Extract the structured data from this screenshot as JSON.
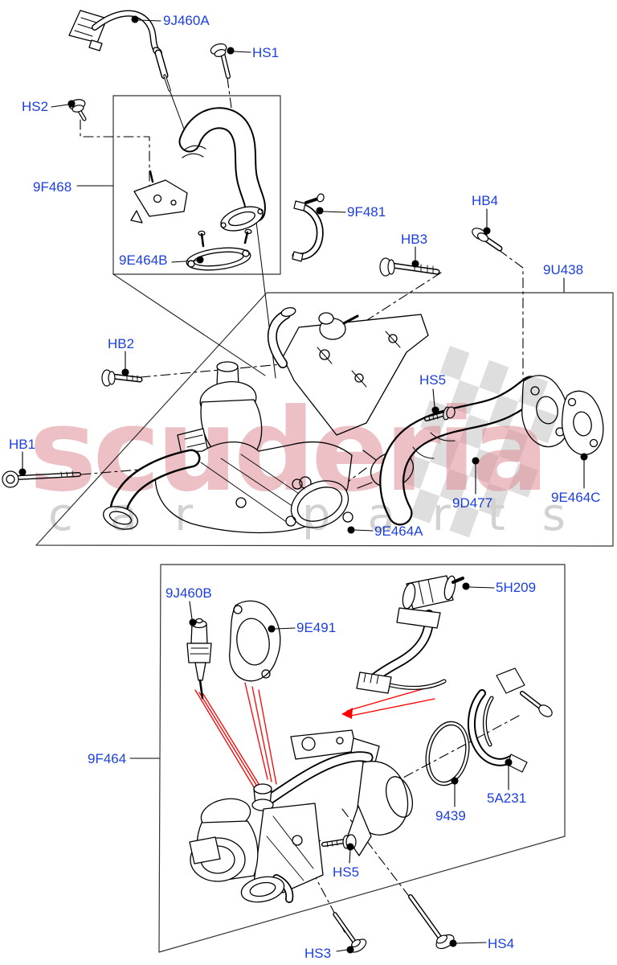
{
  "diagram": {
    "type": "exploded-parts-diagram",
    "subject": "EGR valve / exhaust gas recirculation components"
  },
  "labels": {
    "j9460a": "9J460A",
    "hs1": "HS1",
    "hs2": "HS2",
    "f9468": "9F468",
    "f9481": "9F481",
    "e9464b": "9E464B",
    "hb3": "HB3",
    "hb4": "HB4",
    "u9438": "9U438",
    "hb2": "HB2",
    "hs5_mid": "HS5",
    "hb1": "HB1",
    "d9477": "9D477",
    "e9464c": "9E464C",
    "e9464a": "9E464A",
    "j9460b": "9J460B",
    "e9491": "9E491",
    "h5209": "5H209",
    "f9464": "9F464",
    "n9439": "9439",
    "a5231": "5A231",
    "hs5_bottom": "HS5",
    "hs3": "HS3",
    "hs4": "HS4"
  },
  "watermark": {
    "brand": "scuderia",
    "tagline": "car parts",
    "checker_icon": "checkered-flag-pattern"
  },
  "colors": {
    "background": "#ffffff",
    "label_blue": "#1c3fe0",
    "line_black": "#000000",
    "highlight_red": "#ff0000",
    "watermark_pink": "#dd8d96",
    "watermark_gray": "#d2d2d2",
    "checker_gray": "#dedede",
    "box_border": "#333333"
  }
}
